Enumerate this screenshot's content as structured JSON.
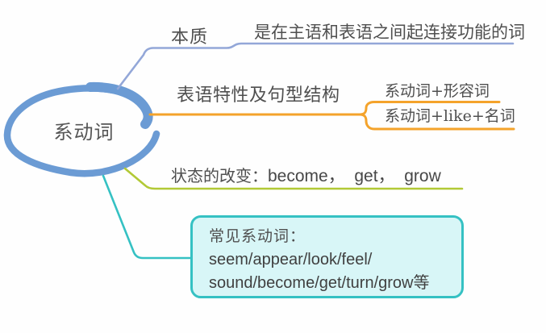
{
  "diagram": {
    "type": "mindmap",
    "central": {
      "label": "系动词"
    },
    "branches": [
      {
        "id": "essence",
        "label": "本质",
        "color": "#93a7d8",
        "children": [
          {
            "label": "是在主语和表语之间起连接功能的词"
          }
        ]
      },
      {
        "id": "predicative-structure",
        "label": "表语特性及句型结构",
        "color": "#f4a32b",
        "children": [
          {
            "label": "系动词+形容词"
          },
          {
            "label": "系动词+like+名词"
          }
        ]
      },
      {
        "id": "state-change",
        "label": "状态的改变：",
        "detail": "become，  get，  grow",
        "color": "#b2c936"
      },
      {
        "id": "common-linking-verbs",
        "color": "#35c1c3",
        "lines": [
          "常见系动词：",
          "seem/appear/look/feel/",
          "sound/become/get/turn/grow等"
        ]
      }
    ],
    "colors": {
      "central_topic_stroke": "#6b9bd4",
      "branch_essence": "#93a7d8",
      "branch_predicative": "#f4a32b",
      "branch_state_change": "#b2c936",
      "branch_common": "#35c1c3",
      "common_box_fill": "#d8f6f7",
      "text": "#4f4f4f",
      "background": "#fefefe"
    }
  }
}
